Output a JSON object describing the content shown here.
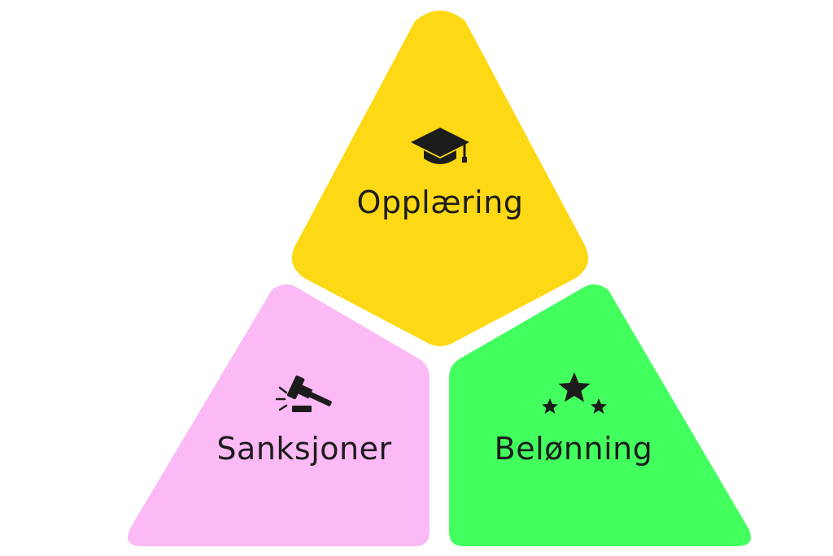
{
  "segments": {
    "top": {
      "label": "Opplæring",
      "icon": "graduation-cap-icon",
      "color": "#FDD915"
    },
    "left": {
      "label": "Sanksjoner",
      "icon": "gavel-icon",
      "color": "#FBB9F5"
    },
    "right": {
      "label": "Belønning",
      "icon": "three-stars-icon",
      "color": "#42FF5E"
    }
  },
  "text_color": "#1C1C1C"
}
